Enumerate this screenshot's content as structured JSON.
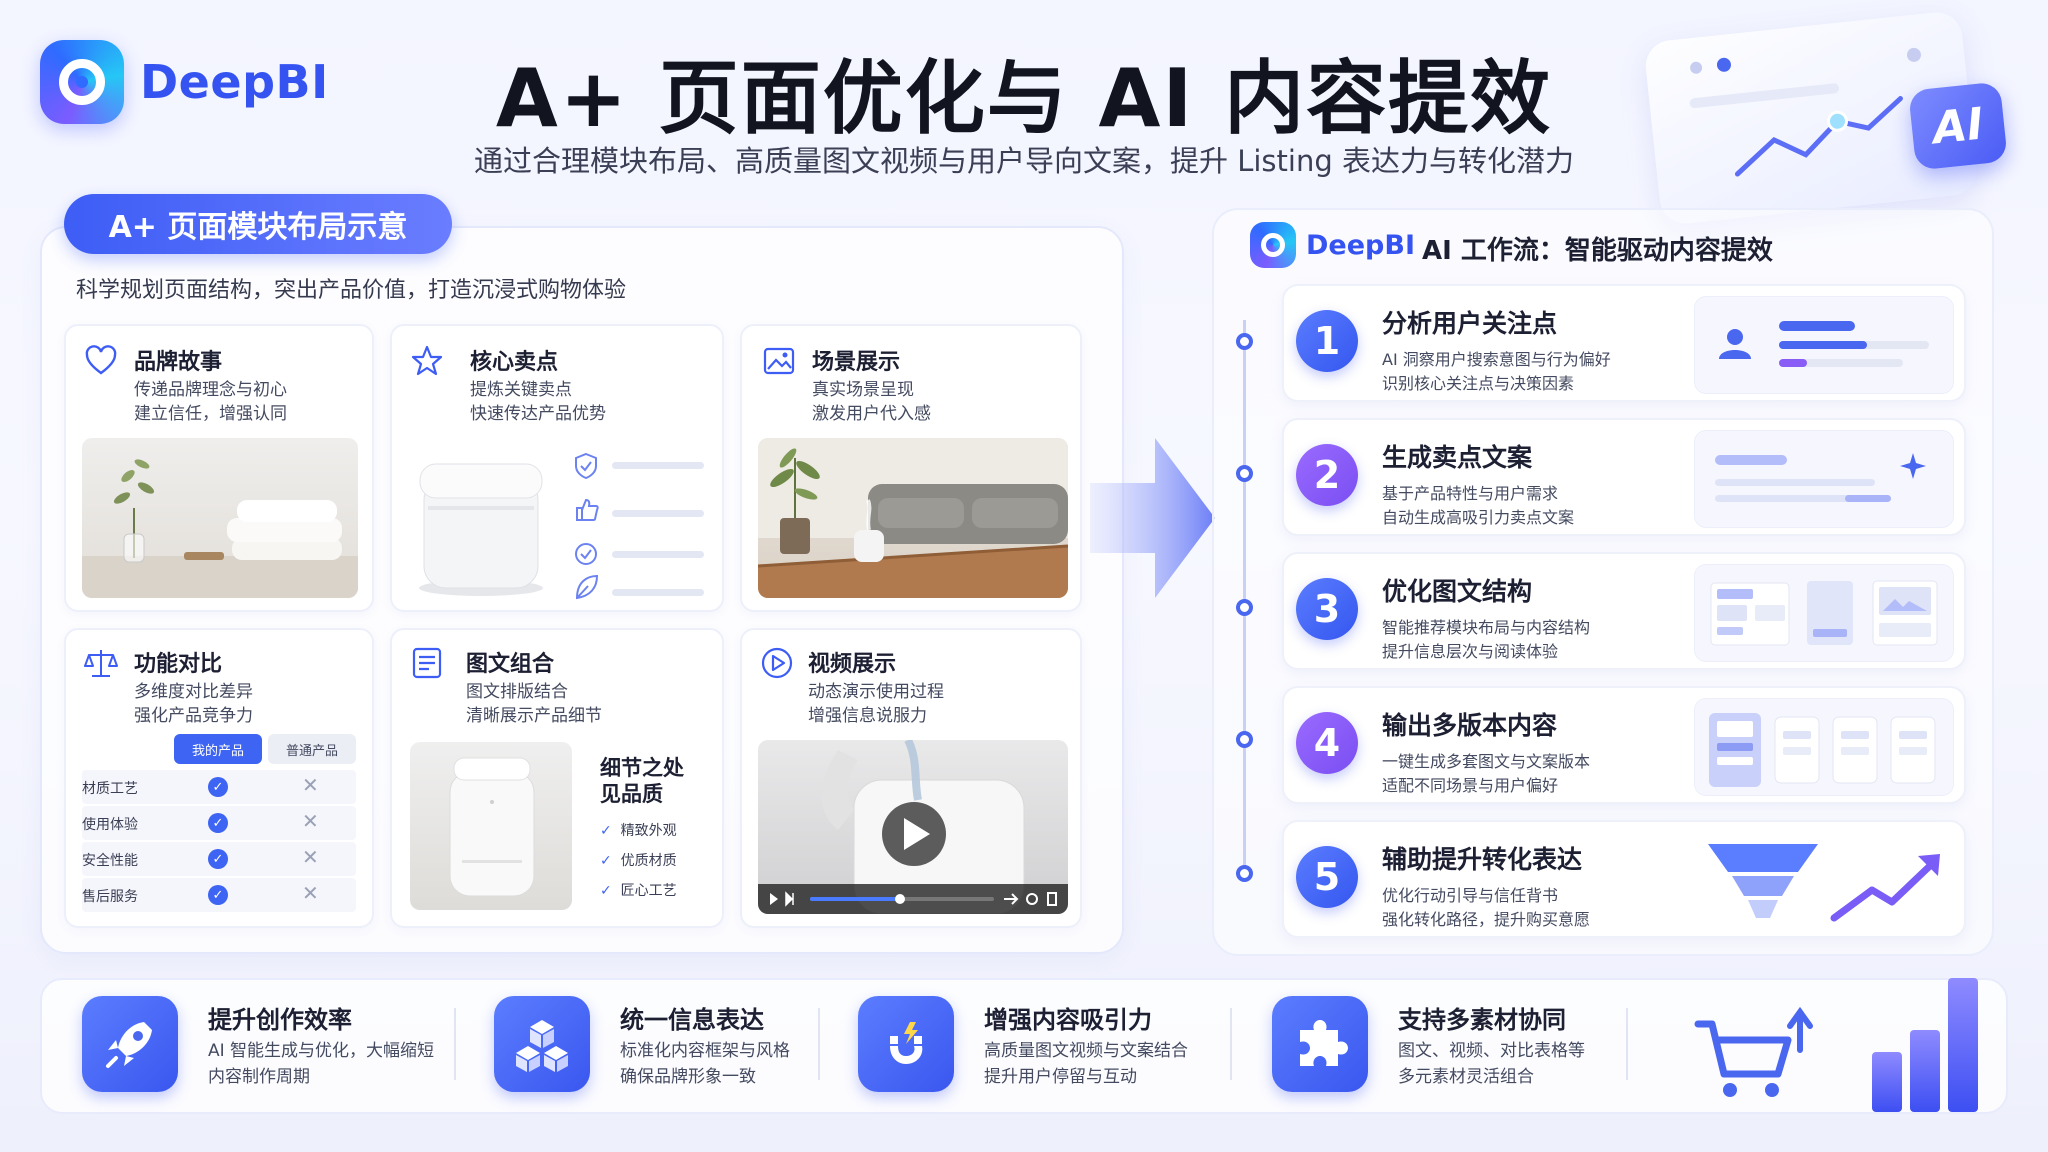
{
  "brand": {
    "name": "DeepBI"
  },
  "header": {
    "title": "A+ 页面优化与 AI 内容提效",
    "subtitle": "通过合理模块布局、高质量图文视频与用户导向文案，提升 Listing 表达力与转化潜力",
    "badge": "AI"
  },
  "left_panel": {
    "pill": "A+ 页面模块布局示意",
    "desc": "科学规划页面结构，突出产品价值，打造沉浸式购物体验",
    "cards": [
      {
        "title": "品牌故事",
        "line1": "传递品牌理念与初心",
        "line2": "建立信任，增强认同",
        "icon": "heart-icon"
      },
      {
        "title": "核心卖点",
        "line1": "提炼关键卖点",
        "line2": "快速传达产品优势",
        "icon": "star-icon"
      },
      {
        "title": "场景展示",
        "line1": "真实场景呈现",
        "line2": "激发用户代入感",
        "icon": "image-icon"
      },
      {
        "title": "功能对比",
        "line1": "多维度对比差异",
        "line2": "强化产品竞争力",
        "icon": "scale-icon"
      },
      {
        "title": "图文组合",
        "line1": "图文排版结合",
        "line2": "清晰展示产品细节",
        "icon": "document-icon"
      },
      {
        "title": "视频展示",
        "line1": "动态演示使用过程",
        "line2": "增强信息说服力",
        "icon": "play-circle-icon"
      }
    ],
    "compare": {
      "col_mine": "我的产品",
      "col_normal": "普通产品",
      "rows": [
        "材质工艺",
        "使用体验",
        "安全性能",
        "售后服务"
      ]
    },
    "detail": {
      "title1": "细节之处",
      "title2": "见品质",
      "items": [
        "精致外观",
        "优质材质",
        "匠心工艺"
      ]
    }
  },
  "workflow": {
    "title": "AI 工作流：智能驱动内容提效",
    "steps": [
      {
        "num": "1",
        "title": "分析用户关注点",
        "line1": "AI 洞察用户搜索意图与行为偏好",
        "line2": "识别核心关注点与决策因素"
      },
      {
        "num": "2",
        "title": "生成卖点文案",
        "line1": "基于产品特性与用户需求",
        "line2": "自动生成高吸引力卖点文案"
      },
      {
        "num": "3",
        "title": "优化图文结构",
        "line1": "智能推荐模块布局与内容结构",
        "line2": "提升信息层次与阅读体验"
      },
      {
        "num": "4",
        "title": "输出多版本内容",
        "line1": "一键生成多套图文与文案版本",
        "line2": "适配不同场景与用户偏好"
      },
      {
        "num": "5",
        "title": "辅助提升转化表达",
        "line1": "优化行动引导与信任背书",
        "line2": "强化转化路径，提升购买意愿"
      }
    ]
  },
  "features": [
    {
      "title": "提升创作效率",
      "line1": "AI 智能生成与优化，大幅缩短",
      "line2": "内容制作周期",
      "icon": "rocket-icon"
    },
    {
      "title": "统一信息表达",
      "line1": "标准化内容框架与风格",
      "line2": "确保品牌形象一致",
      "icon": "cubes-icon"
    },
    {
      "title": "增强内容吸引力",
      "line1": "高质量图文视频与文案结合",
      "line2": "提升用户停留与互动",
      "icon": "magnet-icon"
    },
    {
      "title": "支持多素材协同",
      "line1": "图文、视频、对比表格等",
      "line2": "多元素材灵活组合",
      "icon": "puzzle-icon"
    }
  ],
  "colors": {
    "accent": "#3d5df5",
    "accent_light": "#6a7dff",
    "purple": "#8a5cf6",
    "check": "#3d64f2"
  }
}
